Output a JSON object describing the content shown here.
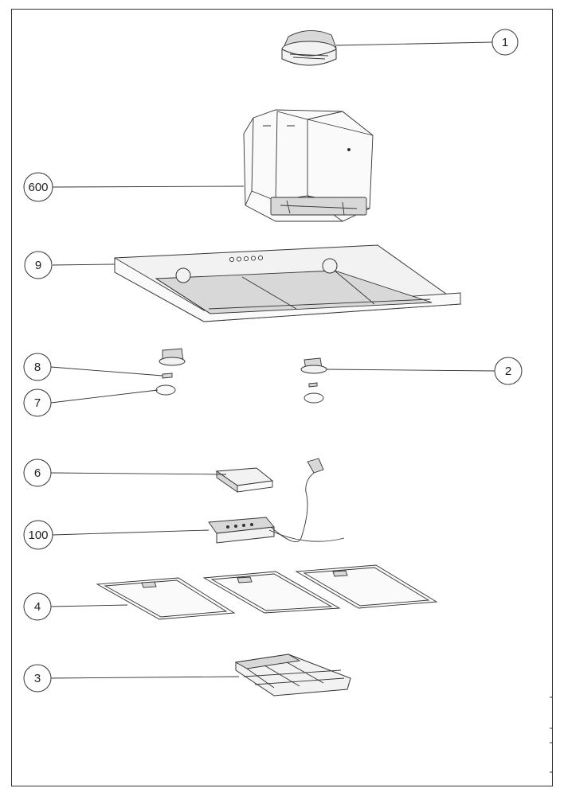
{
  "callouts": [
    {
      "label": "1"
    },
    {
      "label": "600"
    },
    {
      "label": "9"
    },
    {
      "label": "8"
    },
    {
      "label": "2"
    },
    {
      "label": "7"
    },
    {
      "label": "6"
    },
    {
      "label": "100"
    },
    {
      "label": "4"
    },
    {
      "label": "3"
    }
  ]
}
